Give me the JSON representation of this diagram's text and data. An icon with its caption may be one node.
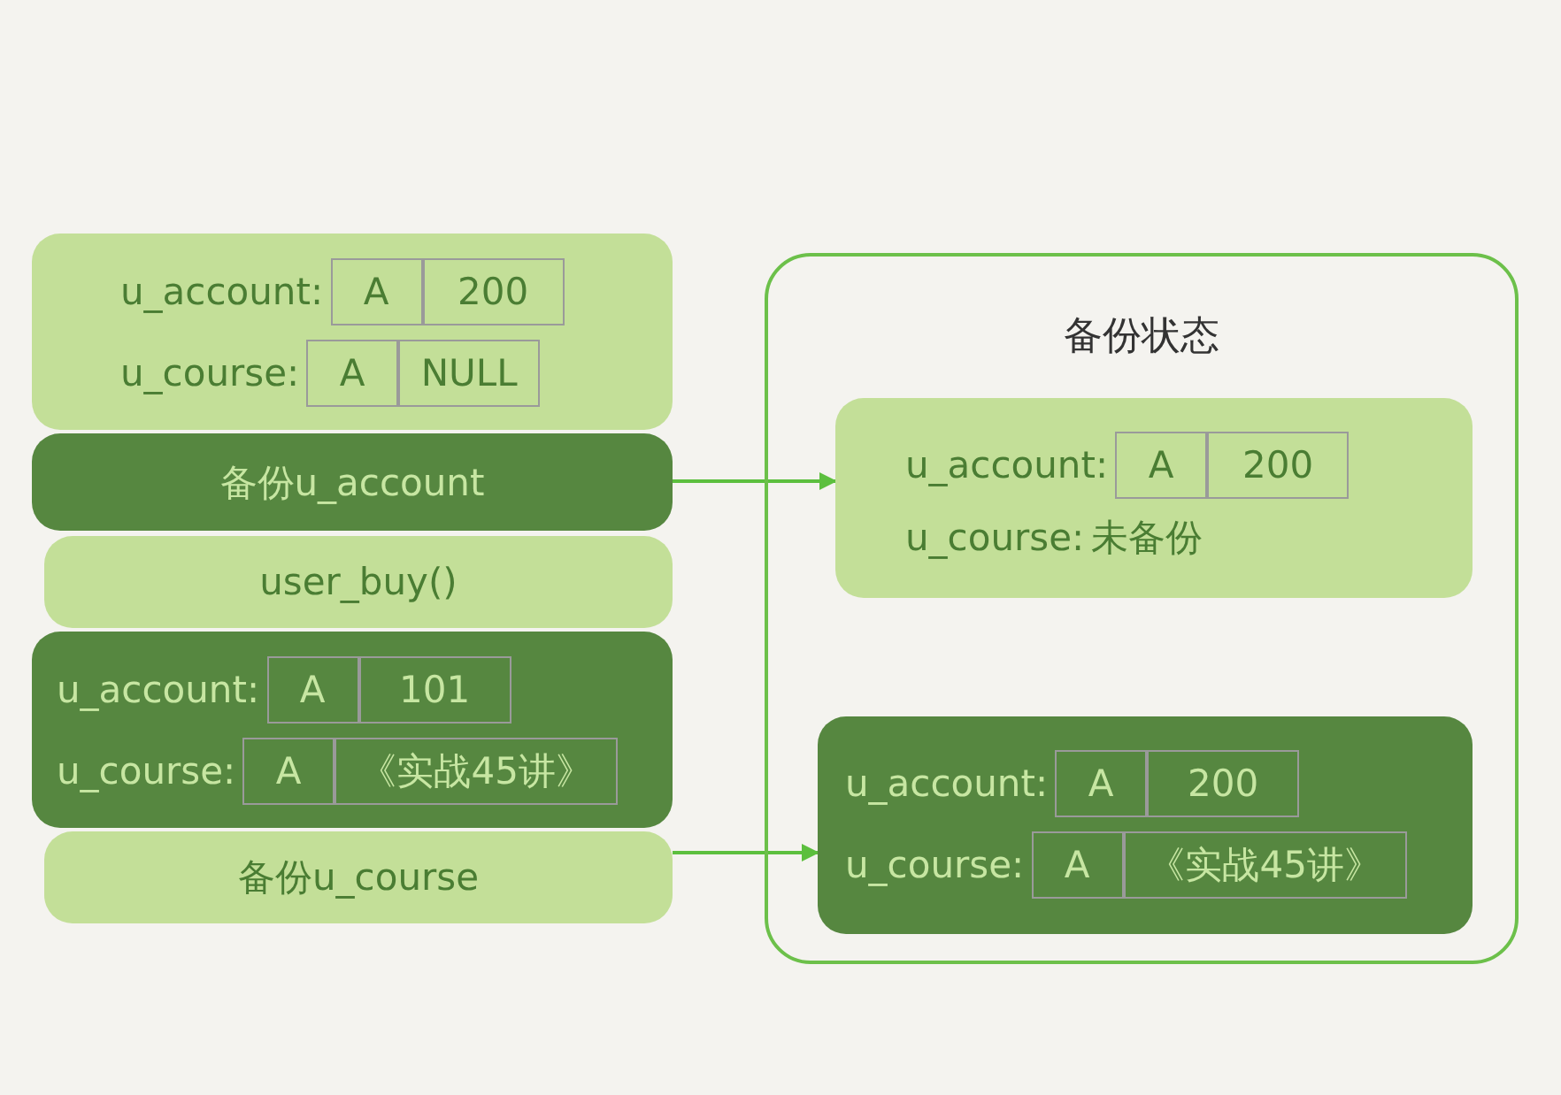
{
  "diagram": {
    "nodes": [
      {
        "text": [
          "u_account:",
          "A",
          "200",
          "u_course:",
          "A",
          "NULL"
        ]
      },
      {
        "text": [
          "备份u_account"
        ]
      },
      {
        "text": [
          "user_buy()"
        ]
      },
      {
        "text": [
          "u_account:",
          "A",
          "101",
          "u_course:",
          "A",
          "《实战45讲》"
        ]
      },
      {
        "text": [
          "备份u_course"
        ]
      },
      {
        "text": [
          "备份状态"
        ]
      },
      {
        "text": [
          "u_account:",
          "A",
          "200",
          "u_course:",
          "未备份"
        ],
        "in": 5
      },
      {
        "text": [
          "u_account:",
          "A",
          "200",
          "u_course:",
          "A",
          "《实战45讲》"
        ],
        "in": 5
      }
    ],
    "edges": [
      {
        "from": 1,
        "to": 6,
        "arrow": "to"
      },
      {
        "from": 4,
        "to": 7,
        "arrow": "to"
      }
    ]
  }
}
